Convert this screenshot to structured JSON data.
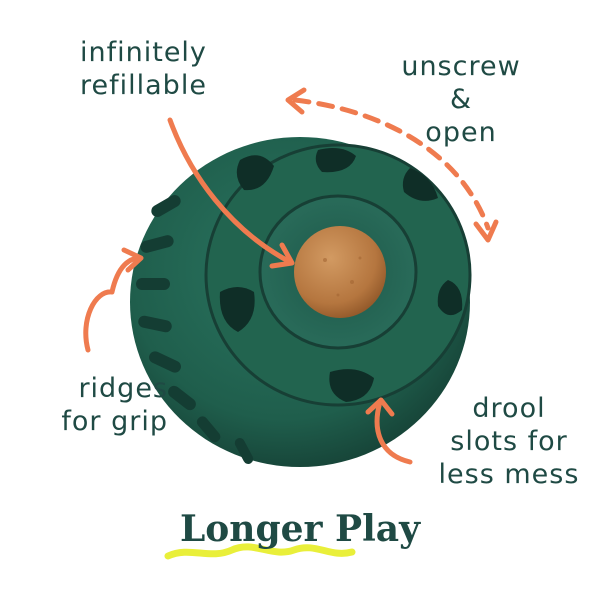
{
  "callouts": {
    "refillable": [
      "infinitely",
      "refillable"
    ],
    "unscrew": [
      "unscrew &",
      "open"
    ],
    "ridges": [
      "ridges",
      "for grip"
    ],
    "drool": [
      "drool",
      "slots for",
      "less mess"
    ]
  },
  "headline": "Longer Play",
  "colors": {
    "ball_green": "#1f5e4c",
    "ball_dark": "#153f34",
    "treat": "#b5763f",
    "arrow": "#ef7b4f",
    "text": "#1f4a44",
    "highlight": "#e9ef3a"
  }
}
